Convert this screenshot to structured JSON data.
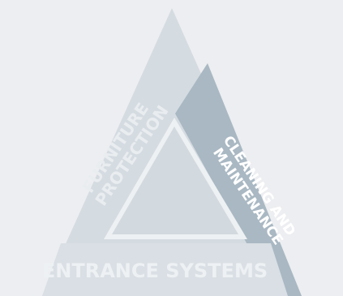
{
  "diagram": {
    "sides": {
      "left": {
        "lines": [
          "FURNITURE",
          "PROTECTION"
        ]
      },
      "right": {
        "lines": [
          "CLEANING AND",
          "MAINTENANCE"
        ]
      },
      "bottom": {
        "text": "ENTRANCE SYSTEMS"
      }
    },
    "colors": {
      "background": "#edeef1",
      "left_band": "#d4dbe1",
      "right_band": "#a9b8c3",
      "bottom_band": "#d9dfe4",
      "center": "#d2d9df",
      "center_border": "#eef1f3",
      "text_faded": "#e9edf0",
      "text_strong": "#ffffff"
    }
  }
}
